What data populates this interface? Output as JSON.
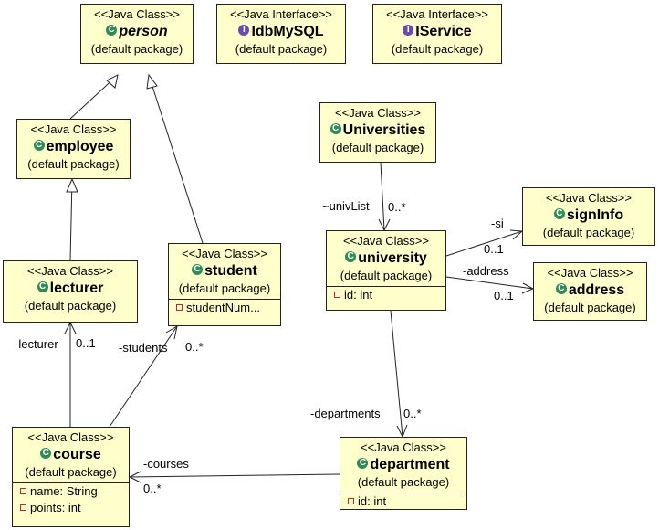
{
  "stereotypes": {
    "java_class": "<<Java Class>>",
    "java_interface": "<<Java Interface>>"
  },
  "package_label": "(default package)",
  "icons": {
    "class_icon": "C",
    "interface_icon": "I"
  },
  "classes": {
    "person": {
      "name": "person"
    },
    "idbmysql": {
      "name": "IdbMySQL"
    },
    "iservice": {
      "name": "IService"
    },
    "employee": {
      "name": "employee"
    },
    "universities": {
      "name": "Universities"
    },
    "signinfo": {
      "name": "signInfo"
    },
    "university": {
      "name": "university",
      "attrs": [
        "id: int"
      ]
    },
    "address": {
      "name": "address"
    },
    "student": {
      "name": "student",
      "attrs": [
        "studentNum..."
      ]
    },
    "lecturer": {
      "name": "lecturer"
    },
    "course": {
      "name": "course",
      "attrs": [
        "name: String",
        "points: int"
      ]
    },
    "department": {
      "name": "department",
      "attrs": [
        "id: int"
      ]
    }
  },
  "associations": {
    "univlist_role": "~univList",
    "univlist_mult": "0..*",
    "si_role": "-si",
    "si_mult": "0..1",
    "address_role": "-address",
    "address_mult": "0..1",
    "lecturer_role": "-lecturer",
    "lecturer_mult": "0..1",
    "students_role": "-students",
    "students_mult": "0..*",
    "departments_role": "-departments",
    "departments_mult": "0..*",
    "courses_role": "-courses",
    "courses_mult": "0..*"
  },
  "colors": {
    "box_fill": "#ffffcc",
    "border": "#222222",
    "class_icon": "#2e8b57",
    "interface_icon": "#6a4caf"
  }
}
